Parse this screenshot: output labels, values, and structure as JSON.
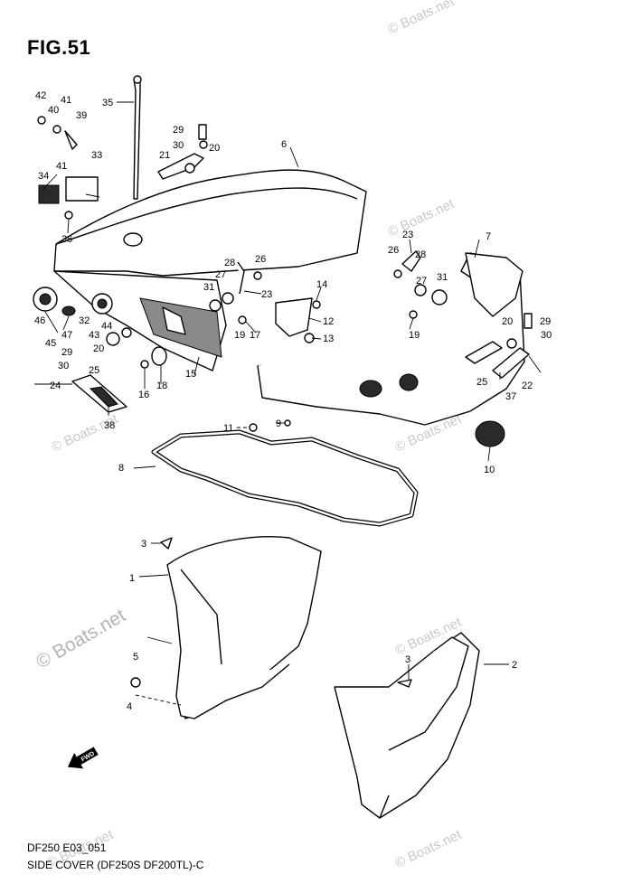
{
  "figure": {
    "title": "FIG.51",
    "code": "DF250 E03_051",
    "caption": "SIDE COVER (DF250S DF200TL)-C"
  },
  "watermark": {
    "text": "© Boats.net",
    "color": "#c9c9c9"
  },
  "part_numbers": [
    "1",
    "2",
    "3",
    "3",
    "4",
    "5",
    "6",
    "7",
    "8",
    "9",
    "10",
    "11",
    "12",
    "13",
    "14",
    "15",
    "16",
    "17",
    "18",
    "19",
    "19",
    "20",
    "20",
    "20",
    "21",
    "22",
    "23",
    "23",
    "24",
    "25",
    "25",
    "26",
    "26",
    "27",
    "27",
    "28",
    "28",
    "29",
    "29",
    "29",
    "30",
    "30",
    "30",
    "31",
    "31",
    "32",
    "33",
    "34",
    "35",
    "36",
    "37",
    "38",
    "39",
    "40",
    "41",
    "41",
    "42",
    "43",
    "44",
    "45",
    "46",
    "47"
  ],
  "direction_icon": "fwd-arrow-icon"
}
